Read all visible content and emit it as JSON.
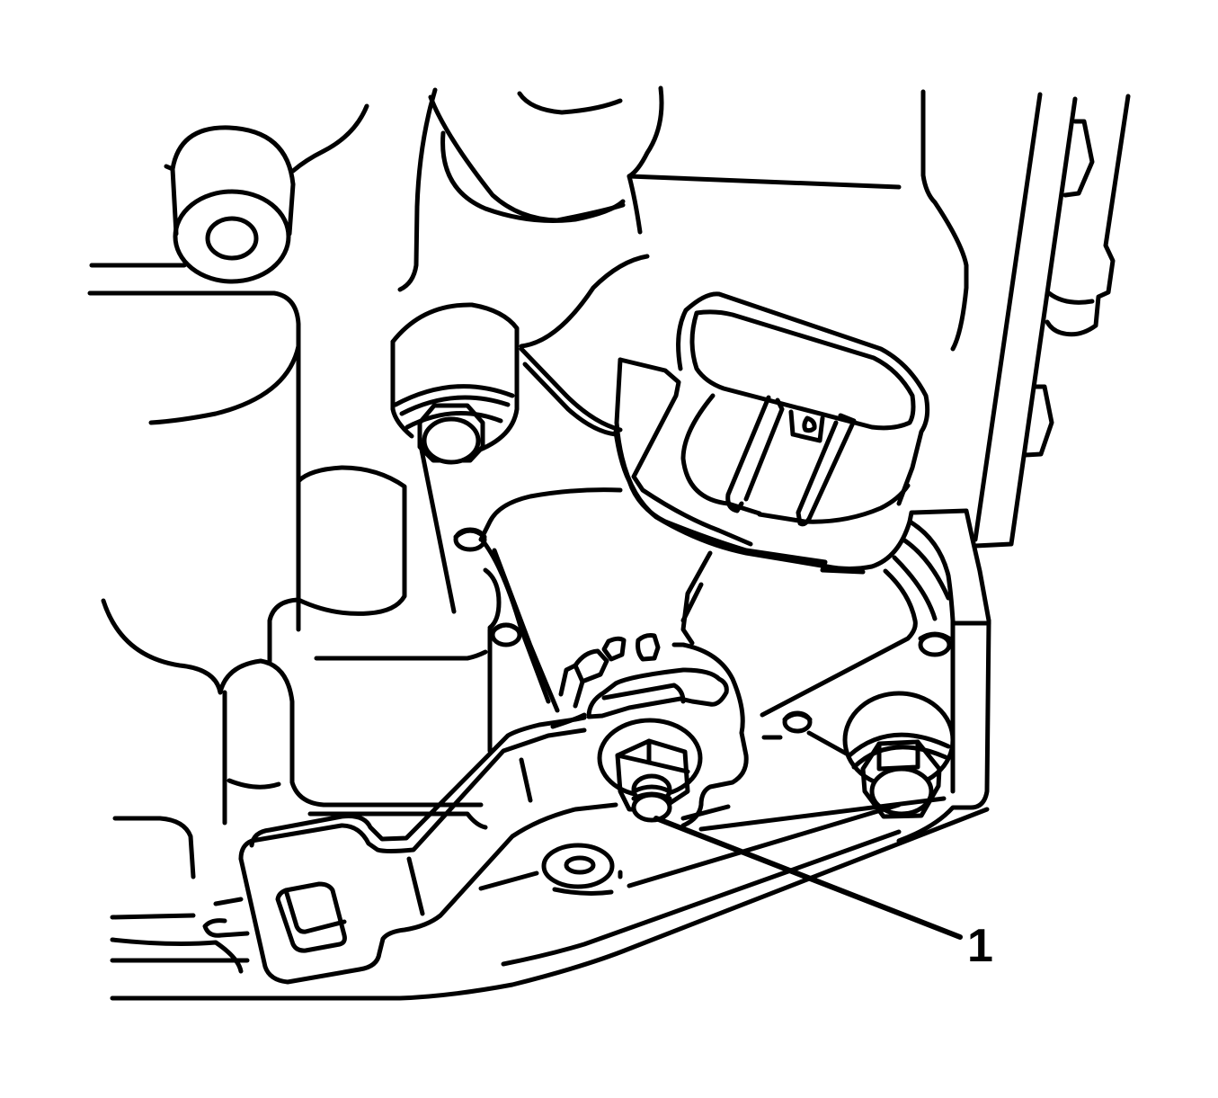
{
  "diagram": {
    "type": "technical line illustration",
    "subject": "sensor bracket with electrical connector, mounting nuts and stud on transmission housing",
    "colors": {
      "line": "#000000",
      "background": "#ffffff"
    },
    "callouts": [
      {
        "id": "1",
        "label": "1",
        "points_to": "stud / nut on sensor bracket"
      }
    ]
  }
}
